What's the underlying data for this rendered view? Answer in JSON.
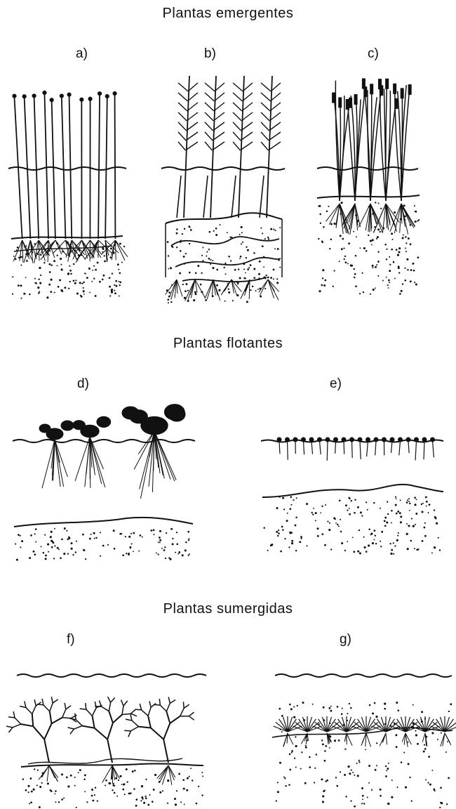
{
  "sections": [
    {
      "title": "Plantas emergentes"
    },
    {
      "title": "Plantas flotantes"
    },
    {
      "title": "Plantas sumergidas"
    }
  ],
  "panels": [
    {
      "label": "a)"
    },
    {
      "label": "b)"
    },
    {
      "label": "c)"
    },
    {
      "label": "d)"
    },
    {
      "label": "e)"
    },
    {
      "label": "f)"
    },
    {
      "label": "g)"
    }
  ]
}
